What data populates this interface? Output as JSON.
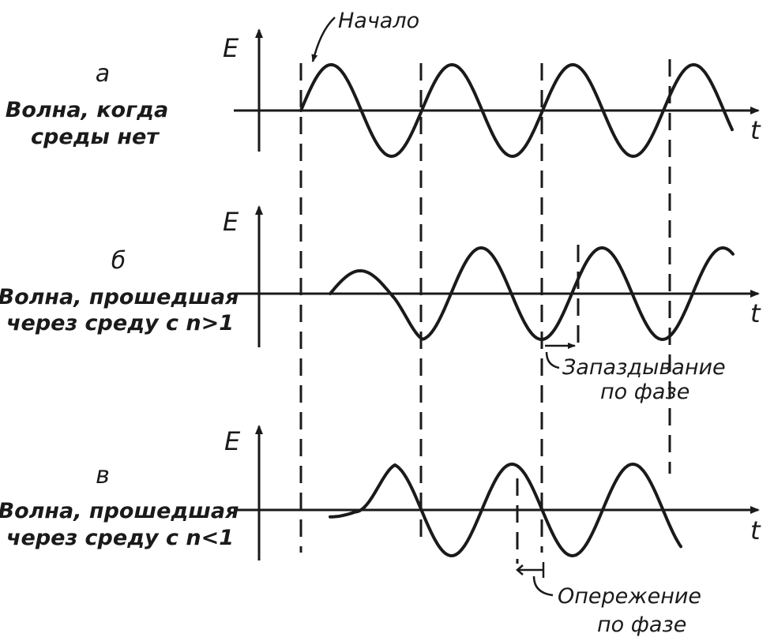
{
  "panels": [
    {
      "letter": "а",
      "caption_line1": "Волна, когда",
      "caption_line2": "среды нет",
      "y_axis": "E",
      "x_axis": "t"
    },
    {
      "letter": "б",
      "caption_line1": "Волна, прошедшая",
      "caption_line2": "через среду с n>1",
      "y_axis": "E",
      "x_axis": "t"
    },
    {
      "letter": "в",
      "caption_line1": "Волна, прошедшая",
      "caption_line2": "через среду с n<1",
      "y_axis": "E",
      "x_axis": "t"
    }
  ],
  "annotations": {
    "start": "Начало",
    "phase_lag_line1": "Запаздывание",
    "phase_lag_line2": "по фазе",
    "phase_lead_line1": "Опережение",
    "phase_lead_line2": "по фазе"
  },
  "colors": {
    "ink": "#1a1a1a",
    "background": "#ffffff"
  }
}
